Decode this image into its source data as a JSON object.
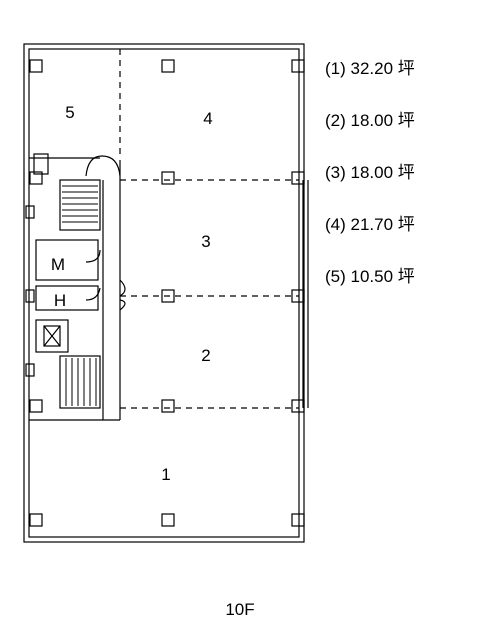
{
  "rooms": {
    "r1": "1",
    "r2": "2",
    "r3": "3",
    "r4": "4",
    "r5": "5",
    "m": "M",
    "h": "H"
  },
  "areas": [
    {
      "text": "(1) 32.20 坪"
    },
    {
      "text": "(2) 18.00 坪"
    },
    {
      "text": "(3) 18.00 坪"
    },
    {
      "text": "(4) 21.70 坪"
    },
    {
      "text": "(5) 10.50 坪"
    }
  ],
  "floor": "10F"
}
